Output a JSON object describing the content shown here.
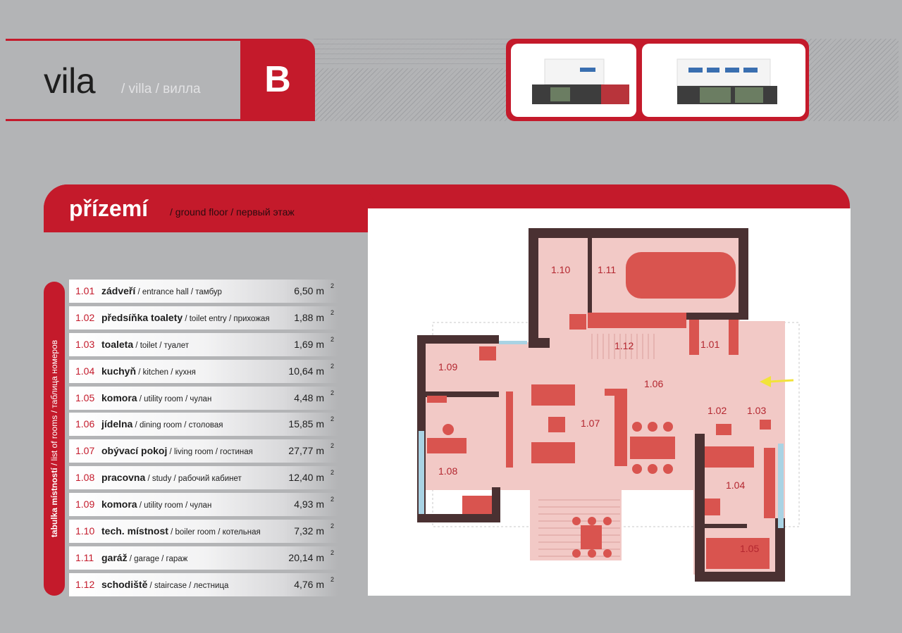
{
  "header": {
    "title": "vila",
    "subtitle": "/ villa / вилла",
    "tag": "B"
  },
  "section": {
    "title": "přízemí",
    "subtitle": "/ ground floor / первый этаж"
  },
  "rooms_tab": {
    "label_bold": "tabulka místností",
    "label_rest": " / list of rooms / таблица номеров"
  },
  "rooms": [
    {
      "num": "1.01",
      "name": "zádveří",
      "tr": " / entrance hall / тамбур",
      "area": "6,50 m",
      "unit": "2"
    },
    {
      "num": "1.02",
      "name": "předsíňka toalety",
      "tr": " / toilet entry / прихожая",
      "area": "1,88 m",
      "unit": "2"
    },
    {
      "num": "1.03",
      "name": "toaleta",
      "tr": " / toilet / туалет",
      "area": "1,69 m",
      "unit": "2"
    },
    {
      "num": "1.04",
      "name": "kuchyň",
      "tr": " / kitchen / кухня",
      "area": "10,64 m",
      "unit": "2"
    },
    {
      "num": "1.05",
      "name": "komora",
      "tr": " / utility room / чулан",
      "area": "4,48 m",
      "unit": "2"
    },
    {
      "num": "1.06",
      "name": "jídelna",
      "tr": " / dining room / столовая",
      "area": "15,85 m",
      "unit": "2"
    },
    {
      "num": "1.07",
      "name": "obývací pokoj",
      "tr": " / living room / гостиная",
      "area": "27,77 m",
      "unit": "2"
    },
    {
      "num": "1.08",
      "name": "pracovna",
      "tr": " / study / рабочий кабинет",
      "area": "12,40 m",
      "unit": "2"
    },
    {
      "num": "1.09",
      "name": "komora",
      "tr": " / utility room / чулан",
      "area": "4,93 m",
      "unit": "2"
    },
    {
      "num": "1.10",
      "name": "tech. místnost",
      "tr": " / boiler room / котельная",
      "area": "7,32 m",
      "unit": "2"
    },
    {
      "num": "1.11",
      "name": "garáž",
      "tr": " / garage / гараж",
      "area": "20,14 m",
      "unit": "2"
    },
    {
      "num": "1.12",
      "name": "schodiště",
      "tr": " / staircase / лестница",
      "area": "4,76 m",
      "unit": "2"
    }
  ],
  "plan_labels": [
    "1.10",
    "1.11",
    "1.12",
    "1.01",
    "1.09",
    "1.06",
    "1.02",
    "1.03",
    "1.07",
    "1.08",
    "1.04",
    "1.05"
  ],
  "colors": {
    "accent": "#c41a2b",
    "background": "#b3b4b6",
    "wall": "#4a3132",
    "floor": "#f2c9c6",
    "furniture": "#d9544f"
  }
}
